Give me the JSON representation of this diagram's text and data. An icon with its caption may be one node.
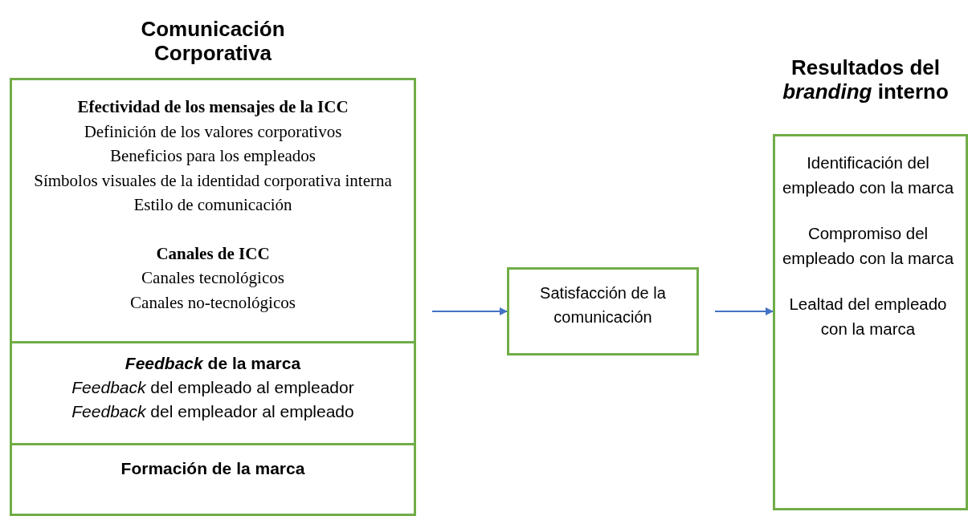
{
  "diagram": {
    "nodes": [
      {
        "text": [
          "Comunicación Corporativa"
        ]
      },
      {
        "text": [
          "Efectividad de los mensajes de la ICC",
          "Definición de los valores corporativos",
          "Beneficios para los empleados",
          "Símbolos visuales de la identidad corporativa interna",
          "Estilo de comunicación",
          "Canales de ICC",
          "Canales tecnológicos",
          "Canales no-tecnológicos"
        ],
        "in": 0
      },
      {
        "text": [
          "*Feedback* de la marca",
          "*Feedback* del empleado al empleador",
          "*Feedback* del empleador al empleado"
        ],
        "in": 0
      },
      {
        "text": [
          "Formación de la marca"
        ],
        "in": 0
      },
      {
        "text": [
          "Satisfacción de la comunicación"
        ]
      },
      {
        "text": [
          "Resultados del *branding* interno",
          "Identificación del empleado con la marca",
          "Compromiso del empleado con la marca",
          "Lealtad del empleado con la marca"
        ]
      }
    ],
    "edges": [
      {
        "from": 0,
        "to": 4,
        "arrow": "to"
      },
      {
        "from": 4,
        "to": 5,
        "arrow": "to"
      }
    ]
  }
}
